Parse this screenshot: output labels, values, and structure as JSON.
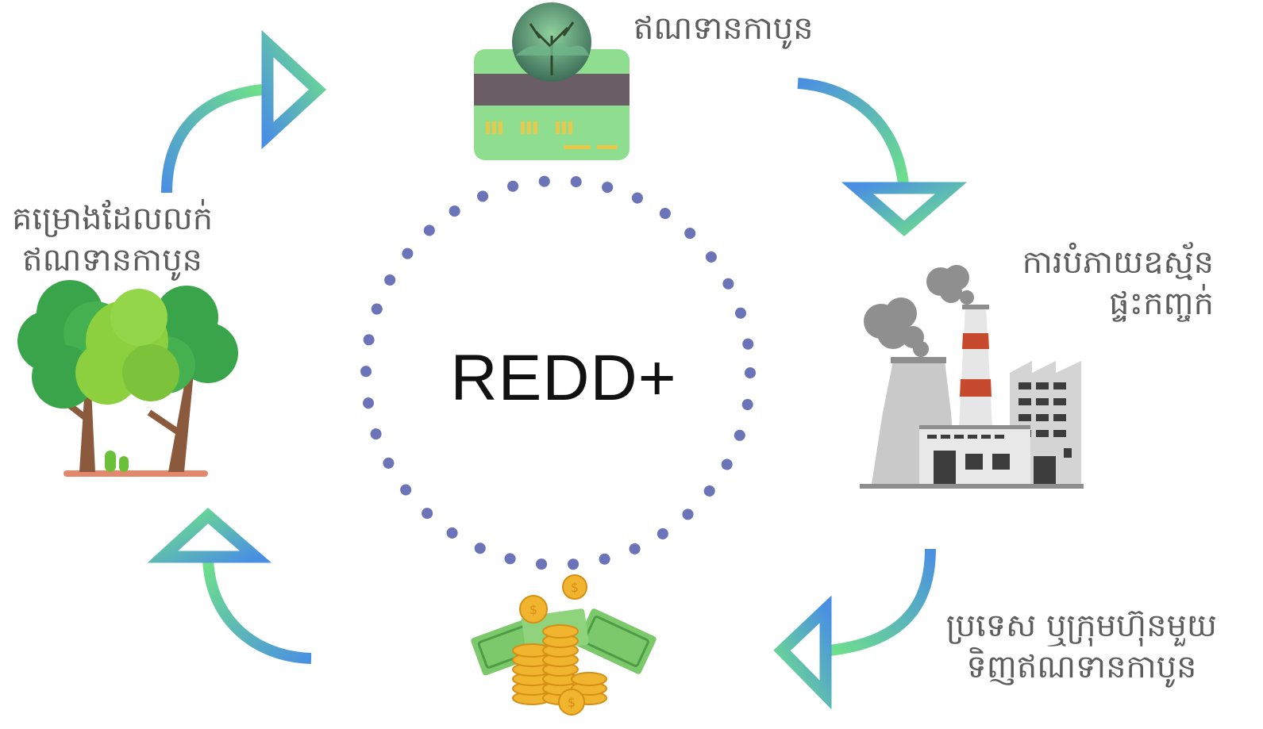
{
  "diagram": {
    "center": {
      "title": "REDD+"
    },
    "nodes": [
      {
        "id": "carbon-credit",
        "label_lines": [
          "ឥណទានកាបូន"
        ],
        "icon": "credit-card-forest-icon"
      },
      {
        "id": "industrial-emissions",
        "label_lines": [
          "ការបំភាយឧស្ម័ន",
          "ផ្ទះកញ្ចក់"
        ],
        "icon": "factory-icon"
      },
      {
        "id": "buyers",
        "label_lines": [
          "ប្រទេស ឬក្រុមហ៊ុនមួយ",
          "ទិញឥណទានកាបូន"
        ],
        "icon": "money-coins-icon"
      },
      {
        "id": "forest-project",
        "label_lines": [
          "គម្រោងដែលលក់",
          "ឥណទានកាបូន"
        ],
        "icon": "trees-icon"
      }
    ],
    "colors": {
      "ring_dots": "#6b74b8",
      "arrow_blue": "#4a90e2",
      "arrow_green": "#6ee08a",
      "label_text": "#5d5d5d"
    }
  }
}
